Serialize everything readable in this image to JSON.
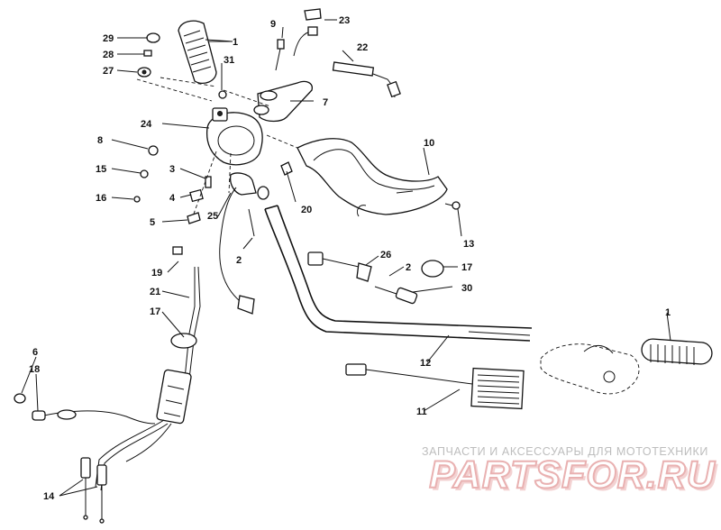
{
  "labels": {
    "p1a": "1",
    "p1b": "1",
    "p2a": "2",
    "p2b": "2",
    "p3": "3",
    "p4": "4",
    "p5": "5",
    "p6": "6",
    "p7": "7",
    "p8": "8",
    "p9": "9",
    "p10": "10",
    "p11": "11",
    "p12": "12",
    "p13": "13",
    "p14": "14",
    "p15": "15",
    "p16": "16",
    "p17a": "17",
    "p17b": "17",
    "p18": "18",
    "p19": "19",
    "p20": "20",
    "p21": "21",
    "p22": "22",
    "p23": "23",
    "p24": "24",
    "p25": "25",
    "p26": "26",
    "p27": "27",
    "p28": "28",
    "p29": "29",
    "p30": "30",
    "p31": "31"
  },
  "watermark": {
    "tagline": "ЗАПЧАСТИ И АКСЕССУАРЫ ДЛЯ МОТОТЕХНИКИ",
    "brand": "PARTSFOR.RU"
  }
}
